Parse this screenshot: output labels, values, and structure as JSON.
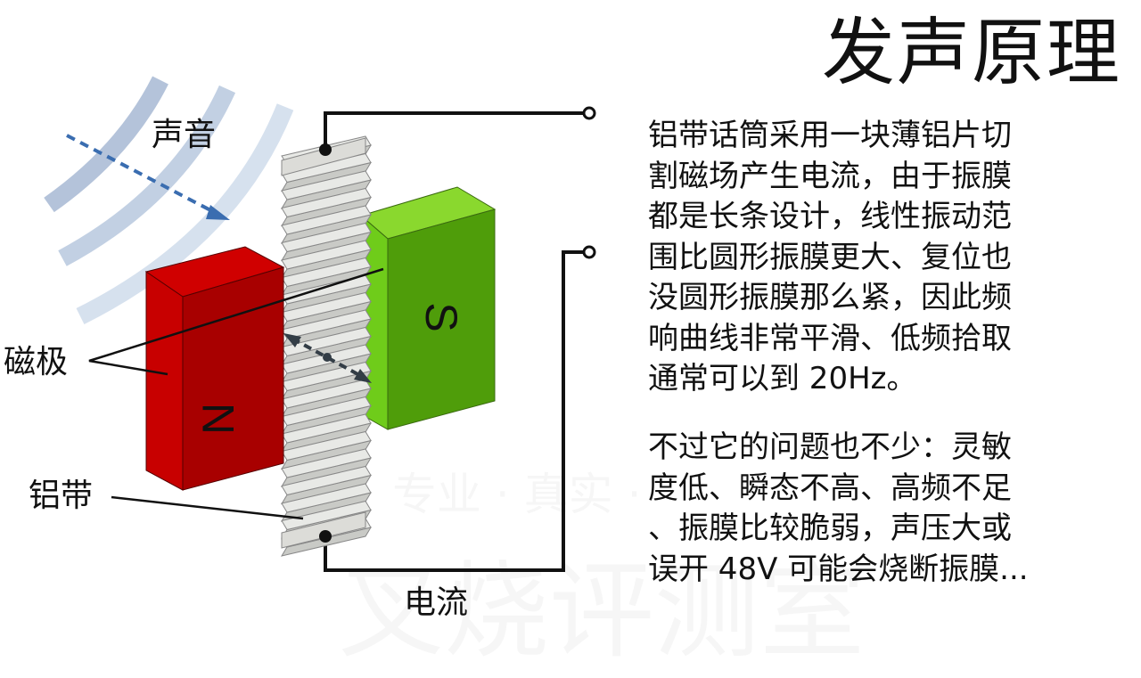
{
  "title": "发声原理",
  "labels": {
    "sound": "声音",
    "magnetic_poles": "磁极",
    "ribbon": "铝带",
    "current": "电流",
    "north": "N",
    "south": "S"
  },
  "paragraph1": [
    "铝带话筒采用一块薄铝片切",
    "割磁场产生电流，由于振膜",
    "都是长条设计，线性振动范",
    "围比圆形振膜更大、复位也",
    "没圆形振膜那么紧，因此频",
    "响曲线非常平滑、低频拾取",
    "通常可以到 20Hz。"
  ],
  "paragraph2": [
    "不过它的问题也不少：灵敏",
    "度低、瞬态不高、高频不足",
    "、振膜比较脆弱，声压大或",
    "误开 48V 可能会烧断振膜..."
  ],
  "watermark": {
    "slogan": "专业 · 真实 ·",
    "brand": "叉烧评测室"
  },
  "colors": {
    "north": "#c80000",
    "south": "#6fcc1a",
    "wave": "#a9bcd6",
    "arrow": "#3a6db0"
  }
}
